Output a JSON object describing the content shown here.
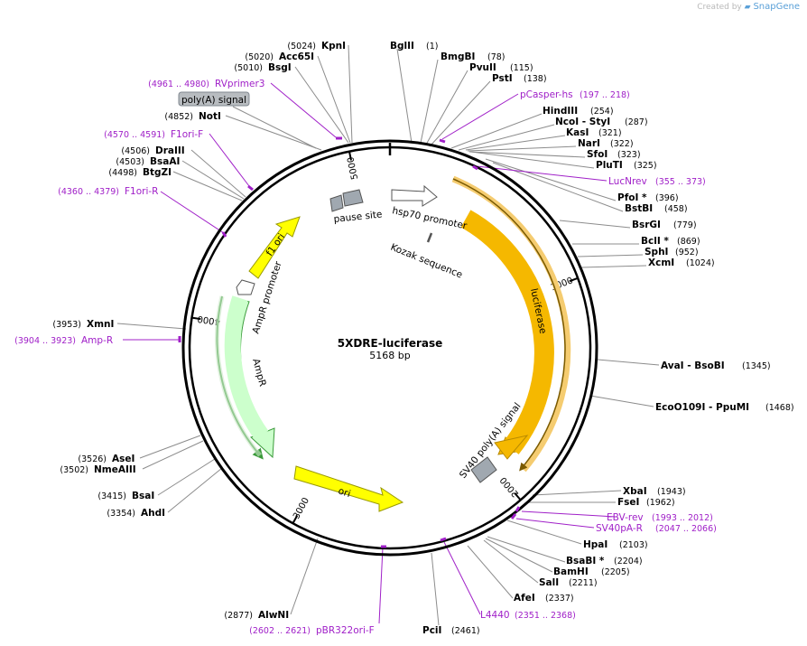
{
  "credit": {
    "prefix": "Created by",
    "brand": "SnapGene"
  },
  "plasmid": {
    "name": "5XDRE-luciferase",
    "length": "5168 bp"
  },
  "ticks": [
    {
      "label": "1000",
      "bp": 1000
    },
    {
      "label": "2000",
      "bp": 2000
    },
    {
      "label": "3000",
      "bp": 3000
    },
    {
      "label": "4000",
      "bp": 4000
    },
    {
      "label": "5000",
      "bp": 5000
    }
  ],
  "colors": {
    "luciferase": "#f5b800",
    "luciferase_arrow": "#e8a800",
    "f1_ori": "#ffff00",
    "ori": "#ffff00",
    "ampr": "#ccffcc",
    "ampr_outline": "#3a9a3a",
    "promoter": "#ffffff",
    "polyA": "#a0a8b0",
    "primer": "#a020c8",
    "site_line": "#8c8c8c"
  },
  "features": {
    "luciferase": "luciferase",
    "f1_ori": "f1 ori",
    "ampr": "AmpR",
    "ampr_promoter": "AmpR promoter",
    "ori": "ori",
    "hsp70_promoter": "hsp70 promoter",
    "pause_site": "pause site",
    "kozak": "Kozak sequence",
    "sv40": "SV40 poly(A) signal"
  },
  "callout": {
    "label": "poly(A) signal"
  },
  "sites": [
    {
      "name": "KpnI",
      "pos": "(5024)"
    },
    {
      "name": "Acc65I",
      "pos": "(5020)"
    },
    {
      "name": "BsgI",
      "pos": "(5010)"
    },
    {
      "name": "NotI",
      "pos": "(4852)"
    },
    {
      "name": "DraIII",
      "pos": "(4506)"
    },
    {
      "name": "BsaAI",
      "pos": "(4503)"
    },
    {
      "name": "BtgZI",
      "pos": "(4498)"
    },
    {
      "name": "XmnI",
      "pos": "(3953)"
    },
    {
      "name": "AseI",
      "pos": "(3526)"
    },
    {
      "name": "NmeAIII",
      "pos": "(3502)"
    },
    {
      "name": "BsaI",
      "pos": "(3415)"
    },
    {
      "name": "AhdI",
      "pos": "(3354)"
    },
    {
      "name": "AlwNI",
      "pos": "(2877)"
    },
    {
      "name": "BglII",
      "pos": "(1)"
    },
    {
      "name": "BmgBI",
      "pos": "(78)"
    },
    {
      "name": "PvuII",
      "pos": "(115)"
    },
    {
      "name": "PstI",
      "pos": "(138)"
    },
    {
      "name": "HindIII",
      "pos": "(254)"
    },
    {
      "name": "NcoI - StyI",
      "pos": "(287)"
    },
    {
      "name": "KasI",
      "pos": "(321)"
    },
    {
      "name": "NarI",
      "pos": "(322)"
    },
    {
      "name": "SfoI",
      "pos": "(323)"
    },
    {
      "name": "PluTI",
      "pos": "(325)"
    },
    {
      "name": "PfoI *",
      "pos": "(396)"
    },
    {
      "name": "BstBI",
      "pos": "(458)"
    },
    {
      "name": "BsrGI",
      "pos": "(779)"
    },
    {
      "name": "BclI *",
      "pos": "(869)"
    },
    {
      "name": "SphI",
      "pos": "(952)"
    },
    {
      "name": "XcmI",
      "pos": "(1024)"
    },
    {
      "name": "AvaI - BsoBI",
      "pos": "(1345)"
    },
    {
      "name": "EcoO109I - PpuMI",
      "pos": "(1468)"
    },
    {
      "name": "XbaI",
      "pos": "(1943)"
    },
    {
      "name": "FseI",
      "pos": "(1962)"
    },
    {
      "name": "HpaI",
      "pos": "(2103)"
    },
    {
      "name": "BsaBI *",
      "pos": "(2204)"
    },
    {
      "name": "BamHI",
      "pos": "(2205)"
    },
    {
      "name": "SalI",
      "pos": "(2211)"
    },
    {
      "name": "AfeI",
      "pos": "(2337)"
    },
    {
      "name": "PciI",
      "pos": "(2461)"
    }
  ],
  "primers": [
    {
      "name": "RVprimer3",
      "pos": "(4961 .. 4980)"
    },
    {
      "name": "F1ori-F",
      "pos": "(4570 .. 4591)"
    },
    {
      "name": "F1ori-R",
      "pos": "(4360 .. 4379)"
    },
    {
      "name": "Amp-R",
      "pos": "(3904 .. 3923)"
    },
    {
      "name": "pCasper-hs",
      "pos": "(197 .. 218)"
    },
    {
      "name": "LucNrev",
      "pos": "(355 .. 373)"
    },
    {
      "name": "EBV-rev",
      "pos": "(1993 .. 2012)"
    },
    {
      "name": "SV40pA-R",
      "pos": "(2047 .. 2066)"
    },
    {
      "name": "L4440",
      "pos": "(2351 .. 2368)"
    },
    {
      "name": "pBR322ori-F",
      "pos": "(2602 .. 2621)"
    }
  ]
}
